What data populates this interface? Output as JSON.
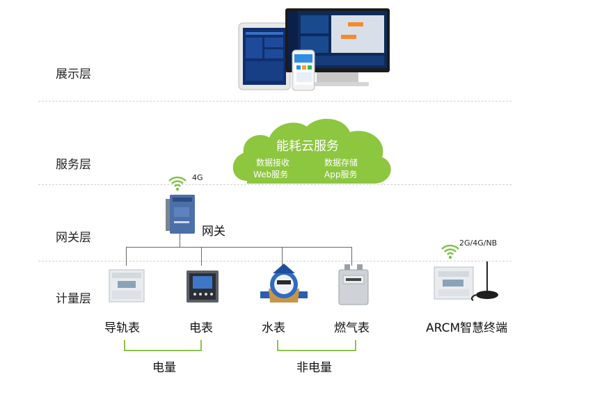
{
  "layers": {
    "display": "展示层",
    "service": "服务层",
    "gateway": "网关层",
    "metering": "计量层"
  },
  "cloud": {
    "title": "能耗云服务",
    "items": [
      "数据接收",
      "数据存储",
      "Web服务",
      "App服务"
    ]
  },
  "gateway": {
    "label": "网关",
    "signal": "4G"
  },
  "devices": {
    "rail_meter": "导轨表",
    "electric_meter": "电表",
    "water_meter": "水表",
    "gas_meter": "燃气表",
    "arcm": "ARCM智慧终端",
    "arcm_signal": "2G/4G/NB"
  },
  "groups": {
    "electric": "电量",
    "non_electric": "非电量"
  },
  "colors": {
    "cloud": "#8dc63f",
    "bracket": "#8bc34a",
    "wifi": "#7cc242"
  }
}
